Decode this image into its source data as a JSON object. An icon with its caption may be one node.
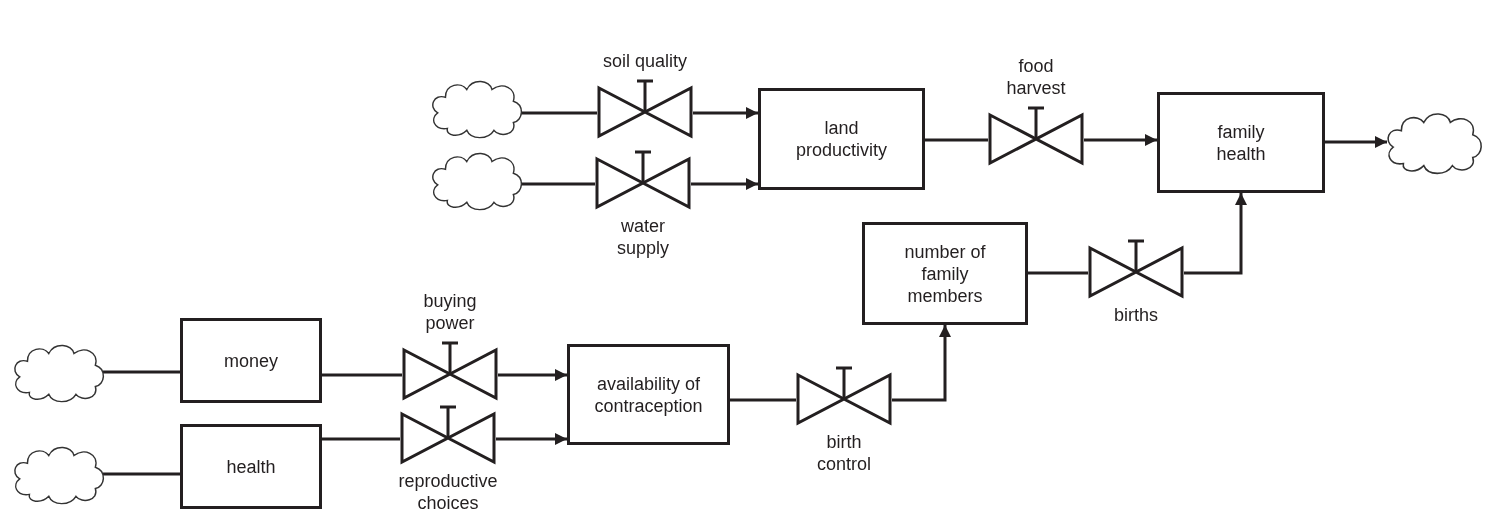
{
  "diagram": {
    "nodes": [
      {
        "text": [],
        "shape": "cloud"
      },
      {
        "text": [],
        "shape": "cloud"
      },
      {
        "text": [
          "soil quality"
        ]
      },
      {
        "text": [
          "water supply"
        ]
      },
      {
        "text": [
          "land productivity"
        ]
      },
      {
        "text": [
          "food harvest"
        ]
      },
      {
        "text": [
          "family health"
        ]
      },
      {
        "text": [],
        "shape": "cloud"
      },
      {
        "text": [
          "number of family members"
        ]
      },
      {
        "text": [
          "births"
        ]
      },
      {
        "text": [],
        "shape": "cloud"
      },
      {
        "text": [],
        "shape": "cloud"
      },
      {
        "text": [
          "money"
        ]
      },
      {
        "text": [
          "health"
        ]
      },
      {
        "text": [
          "buying power"
        ]
      },
      {
        "text": [
          "reproductive choices"
        ]
      },
      {
        "text": [
          "availability of contraception"
        ]
      },
      {
        "text": [
          "birth control"
        ]
      }
    ],
    "edges": [
      {
        "from": 0,
        "to": 2,
        "arrow": "none"
      },
      {
        "from": 2,
        "to": 4,
        "arrow": "to"
      },
      {
        "from": 1,
        "to": 3,
        "arrow": "none"
      },
      {
        "from": 3,
        "to": 4,
        "arrow": "to"
      },
      {
        "from": 4,
        "to": 5,
        "arrow": "none"
      },
      {
        "from": 5,
        "to": 6,
        "arrow": "to"
      },
      {
        "from": 6,
        "to": 7,
        "arrow": "to"
      },
      {
        "from": 8,
        "to": 9,
        "arrow": "none"
      },
      {
        "from": 9,
        "to": 6,
        "arrow": "to"
      },
      {
        "from": 10,
        "to": 12,
        "arrow": "none"
      },
      {
        "from": 12,
        "to": 14,
        "arrow": "none"
      },
      {
        "from": 14,
        "to": 16,
        "arrow": "to"
      },
      {
        "from": 11,
        "to": 13,
        "arrow": "none"
      },
      {
        "from": 13,
        "to": 15,
        "arrow": "none"
      },
      {
        "from": 15,
        "to": 16,
        "arrow": "to"
      },
      {
        "from": 16,
        "to": 17,
        "arrow": "none"
      },
      {
        "from": 17,
        "to": 8,
        "arrow": "to"
      }
    ]
  }
}
